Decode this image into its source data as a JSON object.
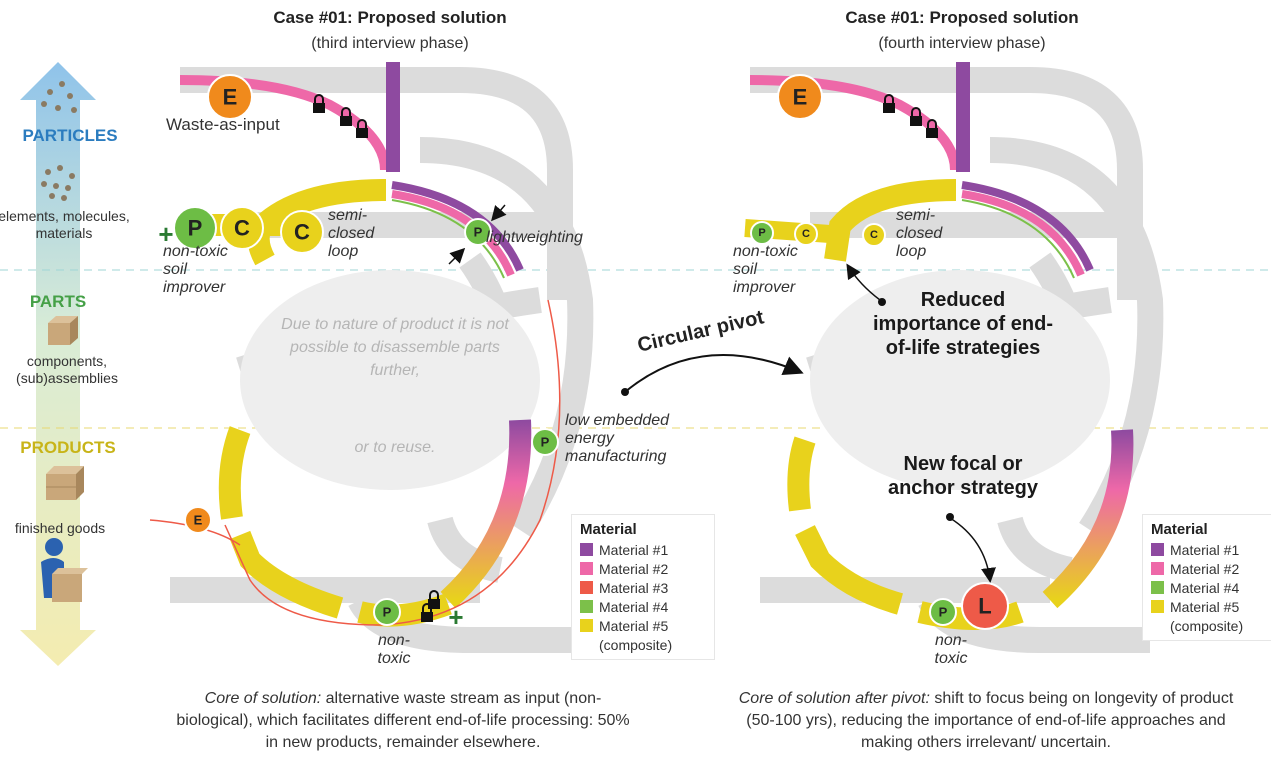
{
  "colors": {
    "material_1": "#8e4aa0",
    "material_2": "#ee68a8",
    "material_3": "#ee5a48",
    "material_4": "#7cc04a",
    "material_5": "#e8d21c",
    "ghost_grey": "#d6d6d6",
    "particles_blue": "#2b7cbf",
    "parts_green": "#45a047",
    "products_gold": "#c8b418"
  },
  "scale": {
    "particles": {
      "label": "PARTICLES",
      "desc": "elements, molecules, materials"
    },
    "parts": {
      "label": "PARTS",
      "desc": "components, (sub)assemblies"
    },
    "products": {
      "label": "PRODUCTS",
      "desc": "finished goods"
    }
  },
  "left": {
    "title": "Case #01: Proposed solution",
    "subtitle": "(third interview phase)",
    "waste_as_input": "Waste-as-input",
    "semi_closed_loop": "semi-closed loop",
    "lightweighting": "lightweighting",
    "non_toxic_soil_improver": "non-toxic soil improver",
    "ghost_text_1": "Due to nature of product it is not possible to disassemble parts further,",
    "ghost_text_2": "or to reuse.",
    "low_embedded_energy": "low embedded energy manufacturing",
    "non_toxic": "non-toxic",
    "core_lead": "Core of solution:",
    "core_text": "alternative waste stream as input (non-biological), which facilitates different end-of-life processing: 50% in new products, remainder elsewhere.",
    "legend": {
      "title": "Material",
      "items": [
        {
          "label": "Material #1",
          "color": "#8e4aa0"
        },
        {
          "label": "Material #2",
          "color": "#ee68a8"
        },
        {
          "label": "Material #3",
          "color": "#ee5a48"
        },
        {
          "label": "Material #4",
          "color": "#7cc04a"
        },
        {
          "label": "Material #5 (composite)",
          "color": "#e8d21c"
        }
      ]
    }
  },
  "right": {
    "title": "Case #01: Proposed solution",
    "subtitle": "(fourth interview phase)",
    "semi_closed_loop": "semi-closed loop",
    "non_toxic_soil_improver": "non-toxic soil improver",
    "reduced_importance": "Reduced importance of end-of-life strategies",
    "new_focal": "New focal or anchor strategy",
    "non_toxic": "non-toxic",
    "core_lead": "Core of solution after pivot:",
    "core_text": "shift to focus being on longevity of product (50-100 yrs), reducing the importance of end-of-life approaches and making others irrelevant/ uncertain.",
    "legend": {
      "title": "Material",
      "items": [
        {
          "label": "Material #1",
          "color": "#8e4aa0"
        },
        {
          "label": "Material #2",
          "color": "#ee68a8"
        },
        {
          "label": "Material #4",
          "color": "#7cc04a"
        },
        {
          "label": "Material #5 (composite)",
          "color": "#e8d21c"
        }
      ]
    }
  },
  "pivot": {
    "label": "Circular pivot"
  },
  "badges": {
    "E": "E",
    "P": "P",
    "C": "C",
    "L": "L",
    "plus": "+"
  }
}
